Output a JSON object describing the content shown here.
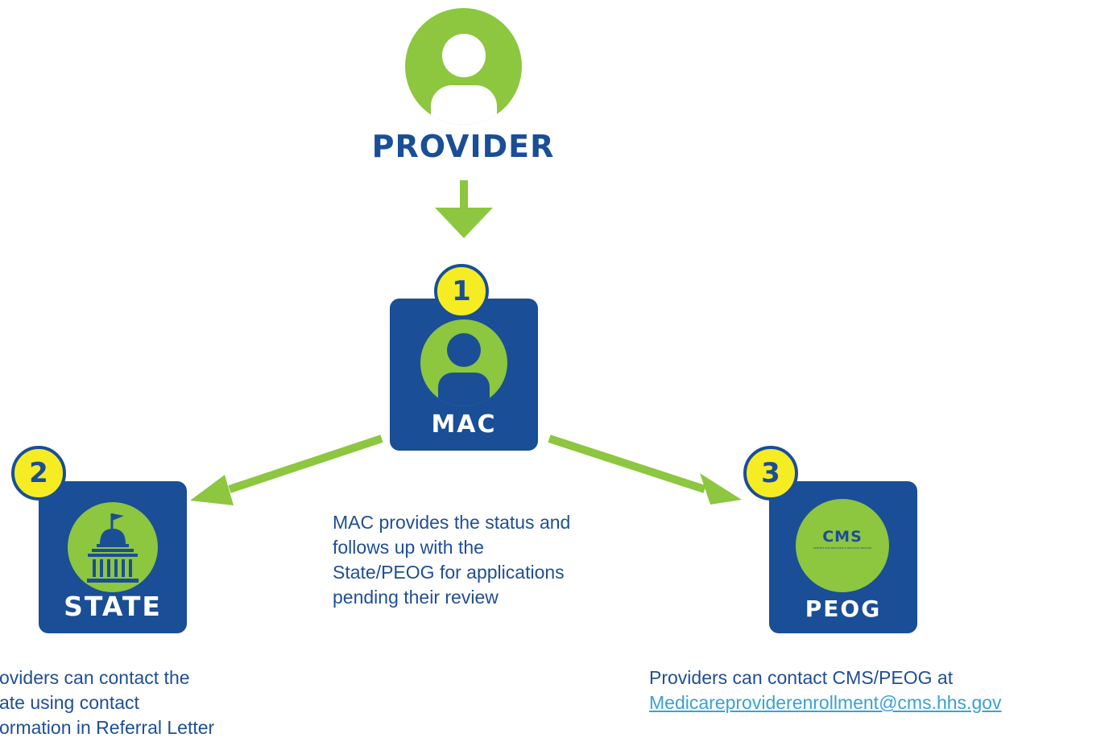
{
  "colors": {
    "navy": "#1a4e96",
    "green": "#8dc63f",
    "yellow": "#f6ec24",
    "link": "#3aa0d8"
  },
  "provider": {
    "label": "PROVIDER",
    "icon": "person-icon"
  },
  "nodes": {
    "mac": {
      "step": "1",
      "label": "MAC",
      "icon": "person-icon"
    },
    "state": {
      "step": "2",
      "label": "STATE",
      "icon": "capitol-building-icon"
    },
    "peog": {
      "step": "3",
      "label": "PEOG",
      "icon": "cms-logo-icon"
    }
  },
  "cms_logo": {
    "text": "CMS",
    "subtext": "CENTERS FOR MEDICARE & MEDICAID SERVICES"
  },
  "descriptions": {
    "mac": [
      "MAC provides the status and",
      "follows up with the",
      "State/PEOG for applications",
      "pending their review"
    ],
    "state": [
      "oviders can contact the",
      "ate using contact",
      "ormation in Referral Letter"
    ],
    "peog": {
      "line1": "Providers can contact CMS/PEOG at",
      "email": "Medicareproviderenrollment@cms.hhs.gov"
    }
  }
}
